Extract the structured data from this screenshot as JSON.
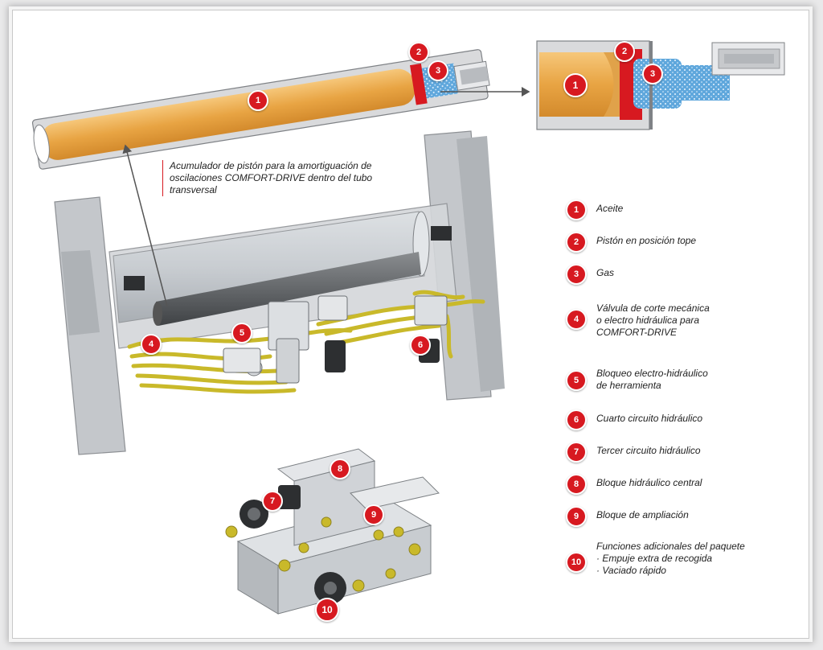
{
  "callout": {
    "text": "Acumulador de pistón para la amortiguación de oscilaciones COMFORT-DRIVE dentro del tubo transversal"
  },
  "legend": [
    {
      "num": "1",
      "text": "Aceite"
    },
    {
      "num": "2",
      "text": "Pistón en posición tope"
    },
    {
      "num": "3",
      "text": "Gas"
    },
    {
      "num": "4",
      "text": "Válvula de corte mecánica\no electro hidráulica para\nCOMFORT-DRIVE"
    },
    {
      "num": "5",
      "text": "Bloqueo electro-hidráulico\nde herramienta"
    },
    {
      "num": "6",
      "text": "Cuarto circuito hidráulico"
    },
    {
      "num": "7",
      "text": "Tercer circuito hidráulico"
    },
    {
      "num": "8",
      "text": "Bloque hidráulico central"
    },
    {
      "num": "9",
      "text": "Bloque de ampliación"
    },
    {
      "num": "10",
      "text": "Funciones adicionales del paquete\n· Empuje extra de recogida\n· Vaciado rápido"
    }
  ],
  "diagram_badges": {
    "tube": [
      "1",
      "2",
      "3"
    ],
    "zoom": [
      "1",
      "2",
      "3"
    ],
    "machine": [
      "4",
      "5",
      "6"
    ],
    "block": [
      "7",
      "8",
      "9",
      "10"
    ]
  },
  "colors": {
    "badge_red": "#d71920",
    "oil": "#eaa84a",
    "gas": "#5fa7dc",
    "frame_gray": "#b9bcc0",
    "hose_yellow": "#c9b92a"
  }
}
